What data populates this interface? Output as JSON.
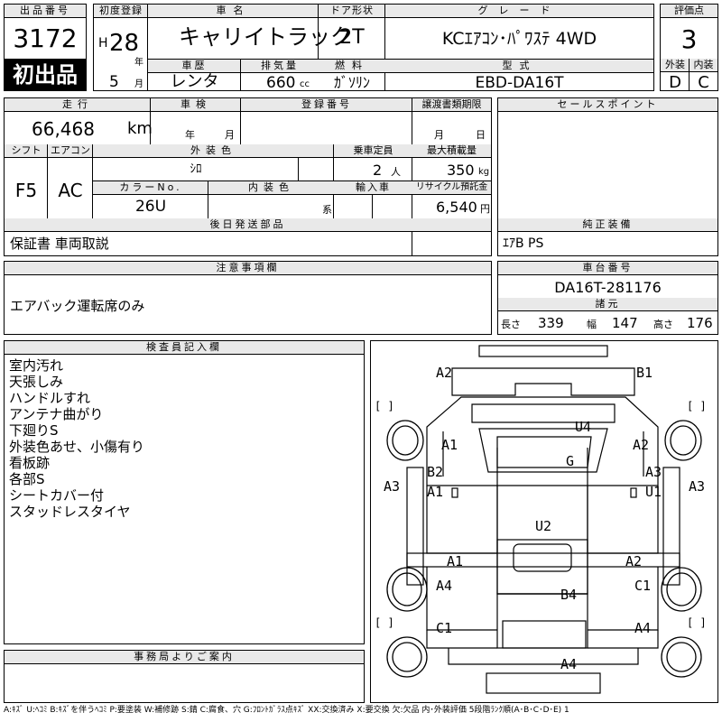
{
  "header": {
    "lot_no_label": "出品番号",
    "lot_no": "3172",
    "first_listing": "初出品",
    "first_reg_label": "初度登録",
    "era": "H",
    "year": "28",
    "year_unit": "年",
    "month": "5",
    "month_unit": "月",
    "car_name_label": "車名",
    "car_name": "キャリイトラック",
    "door_label": "ドア形状",
    "door": "2T",
    "grade_label": "グレード",
    "grade": "KCｴｱｺﾝ･ﾊﾟﾜｽﾃ 4WD",
    "score_label": "評価点",
    "score": "3",
    "history_label": "車歴",
    "history": "レンタ",
    "displacement_label": "排気量",
    "displacement": "660",
    "displacement_unit": "cc",
    "fuel_label": "燃料",
    "fuel": "ｶﾞｿﾘﾝ",
    "model_label": "型式",
    "model": "EBD-DA16T",
    "exterior_label": "外装",
    "exterior": "D",
    "interior_label": "内装",
    "interior": "C"
  },
  "row2": {
    "mileage_label": "走行",
    "mileage": "66,468",
    "mileage_unit": "km",
    "inspection_label": "車検",
    "inspection_year": "年",
    "inspection_month": "月",
    "reg_no_label": "登録番号",
    "transfer_label": "譲渡書類期限",
    "transfer_month": "月",
    "transfer_day": "日",
    "shift_label": "シフト",
    "shift": "F5",
    "ac_label": "エアコン",
    "ac": "AC",
    "color_label": "外装色",
    "color": "ｼﾛ",
    "capacity_label": "乗車定員",
    "capacity": "2",
    "capacity_unit": "人",
    "load_label": "最大積載量",
    "load": "350",
    "load_unit": "kg",
    "color_no_label": "カラーNo.",
    "color_no": "26U",
    "interior_color_label": "内装色",
    "interior_color_unit": "系",
    "import_label": "輸入車",
    "recycle_label": "リサイクル預託金",
    "recycle": "6,540",
    "recycle_unit": "円",
    "sales_point_label": "セールスポイント",
    "later_parts_label": "後日発送部品",
    "later_parts": "保証書 車両取説",
    "genuine_label": "純正装備",
    "genuine": "ｴｱB PS"
  },
  "notes": {
    "caution_label": "注意事項欄",
    "caution": "エアバック運転席のみ",
    "chassis_label": "車台番号",
    "chassis": "DA16T-281176",
    "dims_label": "諸元",
    "length_label": "長さ",
    "length": "339",
    "width_label": "幅",
    "width": "147",
    "height_label": "高さ",
    "height": "176"
  },
  "inspector": {
    "label": "検査員記入欄",
    "lines": [
      "室内汚れ",
      "天張しみ",
      "ハンドルすれ",
      "アンテナ曲がり",
      "下廻りS",
      "外装色あせ、小傷有り",
      "看板跡",
      "各部S",
      "シートカバー付",
      "スタッドレスタイヤ"
    ]
  },
  "office": {
    "label": "事務局よりご案内"
  },
  "diagram": {
    "brackets": [
      "[ ]",
      "[ ]",
      "[ ]",
      "[ ]"
    ],
    "marks": [
      "A2",
      "B1",
      "U4",
      "A1",
      "A2",
      "G",
      "B2",
      "A3",
      "A3",
      "A1",
      "U1",
      "A3",
      "U2",
      "A1",
      "A2",
      "A4",
      "C1",
      "B4",
      "C1",
      "A4",
      "A4"
    ]
  },
  "legend": "A:ｷｽﾞ U:ﾍｺﾐ B:ｷｽﾞを伴うﾍｺﾐ P:要塗装 W:補修跡 S:錆 C:腐食、穴 G:ﾌﾛﾝﾄｶﾞﾗｽ点ｷｽﾞ XX:交換済み X:要交換 欠:欠品 内･外装評価 5段階ﾗﾝｸ順(A･B･C･D･E) 1"
}
